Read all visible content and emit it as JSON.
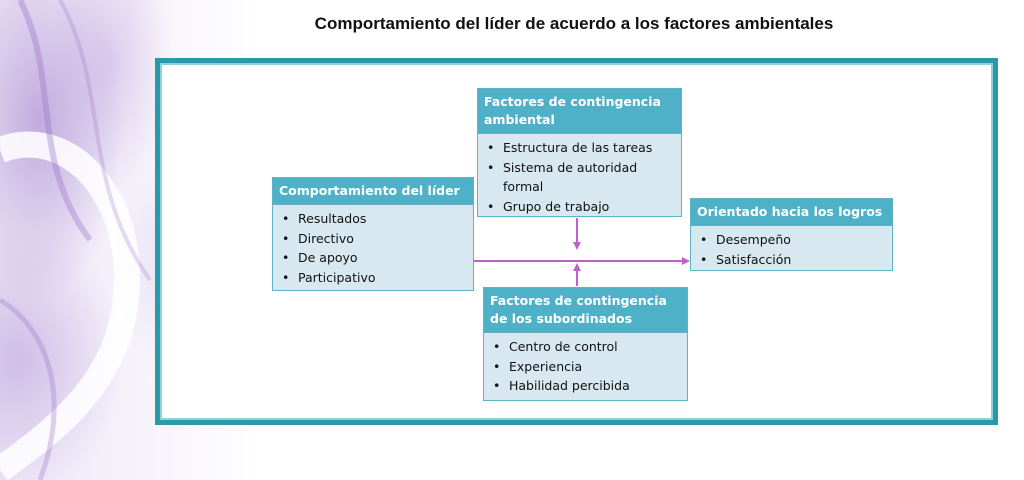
{
  "title": "Comportamiento del líder de acuerdo a los factores ambientales",
  "colors": {
    "frame": "#2a9aab",
    "box_header": "#4fb1c7",
    "box_body": "#d7e8f0",
    "arrow": "#c25fcf"
  },
  "boxes": {
    "leader": {
      "title": "Comportamiento del líder",
      "items": [
        "Resultados",
        "Directivo",
        "De apoyo",
        "Participativo"
      ]
    },
    "environmental": {
      "title": "Factores de contingencia ambiental",
      "items": [
        "Estructura de las tareas",
        "Sistema de autoridad formal",
        "Grupo de trabajo"
      ]
    },
    "goals": {
      "title": "Orientado hacia los logros",
      "items": [
        "Desempeño",
        "Satisfacción"
      ]
    },
    "subordinates": {
      "title": "Factores de contingencia de los subordinados",
      "items": [
        "Centro de control",
        "Experiencia",
        "Habilidad percibida"
      ]
    }
  }
}
